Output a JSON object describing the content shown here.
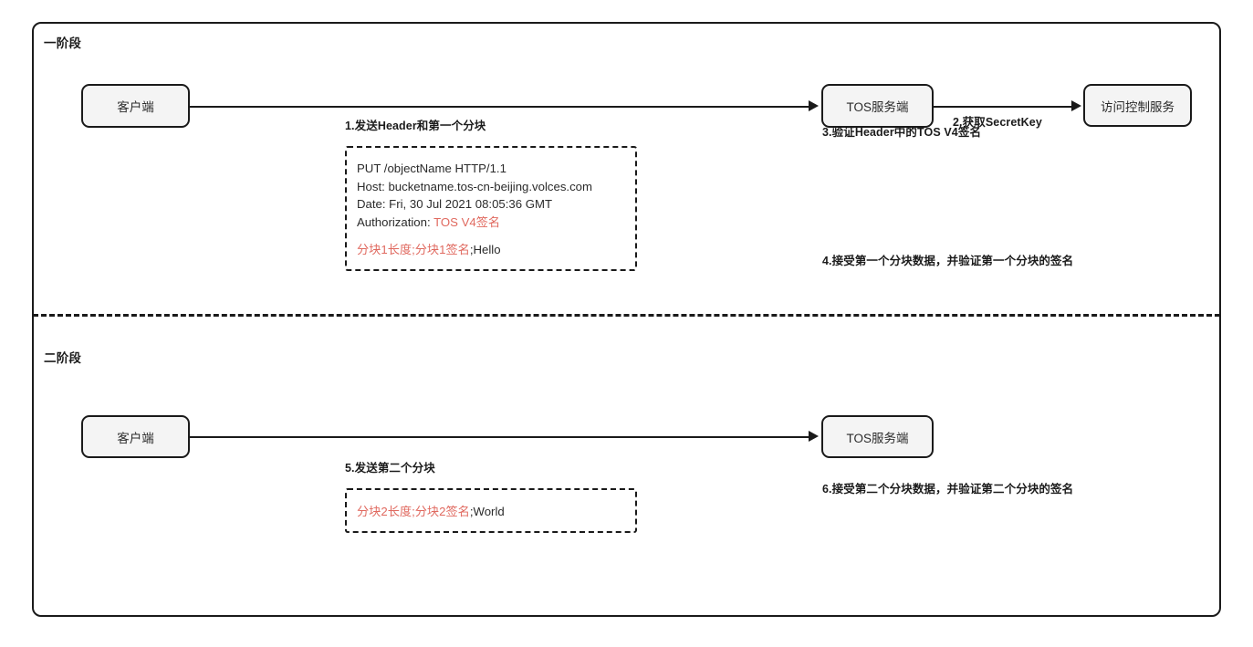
{
  "diagram": {
    "phases": [
      {
        "id": "phase-1",
        "label": "一阶段"
      },
      {
        "id": "phase-2",
        "label": "二阶段"
      }
    ],
    "nodes": {
      "client_1": "客户端",
      "tos_server_1": "TOS服务端",
      "access_control": "访问控制服务",
      "client_2": "客户端",
      "tos_server_2": "TOS服务端"
    },
    "steps": {
      "step1": "1.发送Header和第一个分块",
      "step2": "2.获取SecretKey",
      "step3": "3.验证Header中的TOS V4签名",
      "step4": "4.接受第一个分块数据，并验证第一个分块的签名",
      "step5": "5.发送第二个分块",
      "step6": "6.接受第二个分块数据，并验证第二个分块的签名"
    },
    "payload_1": {
      "line1": "PUT /objectName HTTP/1.1",
      "line2": "Host: bucketname.tos-cn-beijing.volces.com",
      "line3": "Date: Fri, 30 Jul 2021 08:05:36 GMT",
      "line4_label": "Authorization: ",
      "line4_value": "TOS V4签名",
      "line6_red": "分块1长度;分块1签名",
      "line6_rest": ";Hello"
    },
    "payload_2": {
      "line1_red": "分块2长度;分块2签名",
      "line1_rest": ";World"
    },
    "colors": {
      "stroke": "#1a1a1a",
      "node_fill": "#f4f4f4",
      "text": "#2b2b2b",
      "highlight_red": "#e0695f",
      "background": "#ffffff"
    }
  }
}
